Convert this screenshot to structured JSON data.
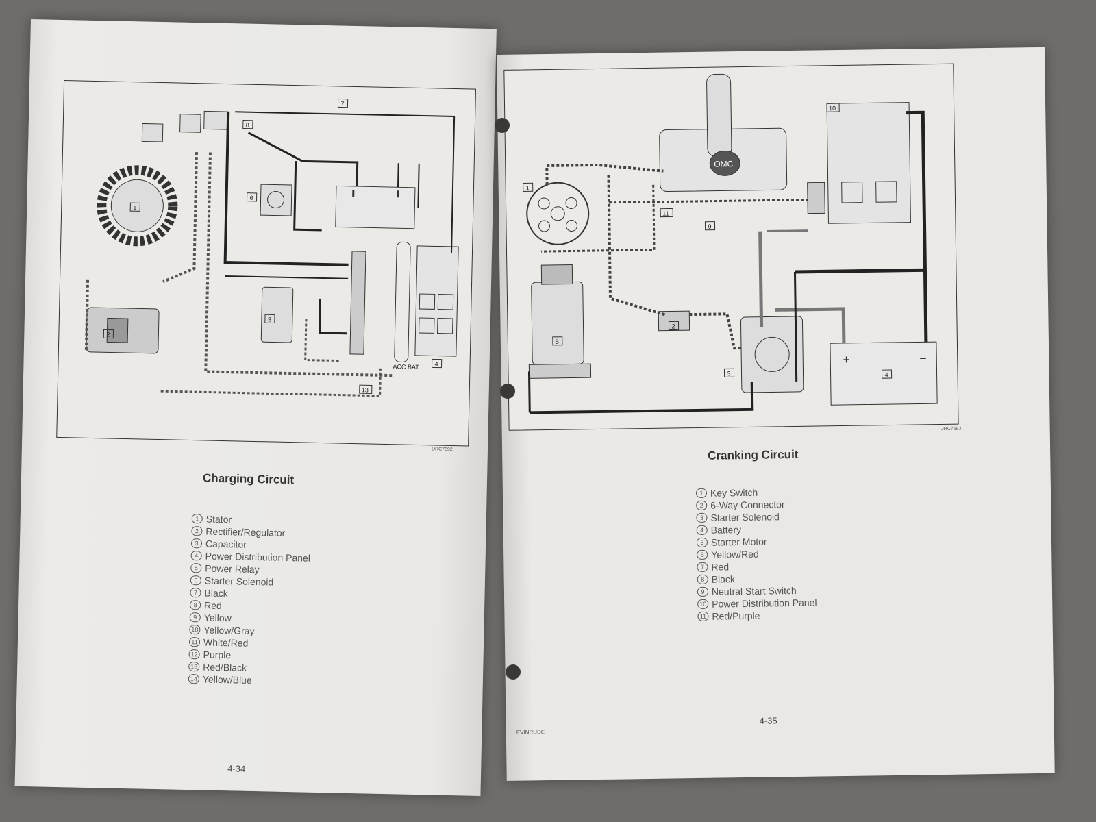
{
  "left_page": {
    "title": "Charging Circuit",
    "page_number": "4-34",
    "diagram_code": "DRC7592",
    "legend": [
      {
        "num": "1",
        "label": "Stator"
      },
      {
        "num": "2",
        "label": "Rectifier/Regulator"
      },
      {
        "num": "3",
        "label": "Capacitor"
      },
      {
        "num": "4",
        "label": "Power Distribution Panel"
      },
      {
        "num": "5",
        "label": "Power Relay"
      },
      {
        "num": "6",
        "label": "Starter Solenoid"
      },
      {
        "num": "7",
        "label": "Black"
      },
      {
        "num": "8",
        "label": "Red"
      },
      {
        "num": "9",
        "label": "Yellow"
      },
      {
        "num": "10",
        "label": "Yellow/Gray"
      },
      {
        "num": "11",
        "label": "White/Red"
      },
      {
        "num": "12",
        "label": "Purple"
      },
      {
        "num": "13",
        "label": "Red/Black"
      },
      {
        "num": "14",
        "label": "Yellow/Blue"
      }
    ],
    "diagram_text": {
      "acc_bat": "ACC BAT"
    }
  },
  "right_page": {
    "title": "Cranking Circuit",
    "page_number": "4-35",
    "diagram_code": "DRC7593",
    "footer_code": "EVINRUDE",
    "legend": [
      {
        "num": "1",
        "label": "Key Switch"
      },
      {
        "num": "2",
        "label": "6-Way Connector"
      },
      {
        "num": "3",
        "label": "Starter Solenoid"
      },
      {
        "num": "4",
        "label": "Battery"
      },
      {
        "num": "5",
        "label": "Starter Motor"
      },
      {
        "num": "6",
        "label": "Yellow/Red"
      },
      {
        "num": "7",
        "label": "Red"
      },
      {
        "num": "8",
        "label": "Black"
      },
      {
        "num": "9",
        "label": "Neutral Start Switch"
      },
      {
        "num": "10",
        "label": "Power Distribution Panel"
      },
      {
        "num": "11",
        "label": "Red/Purple"
      }
    ],
    "diagram_text": {
      "brand": "OMC",
      "plus": "+",
      "minus": "−"
    }
  }
}
